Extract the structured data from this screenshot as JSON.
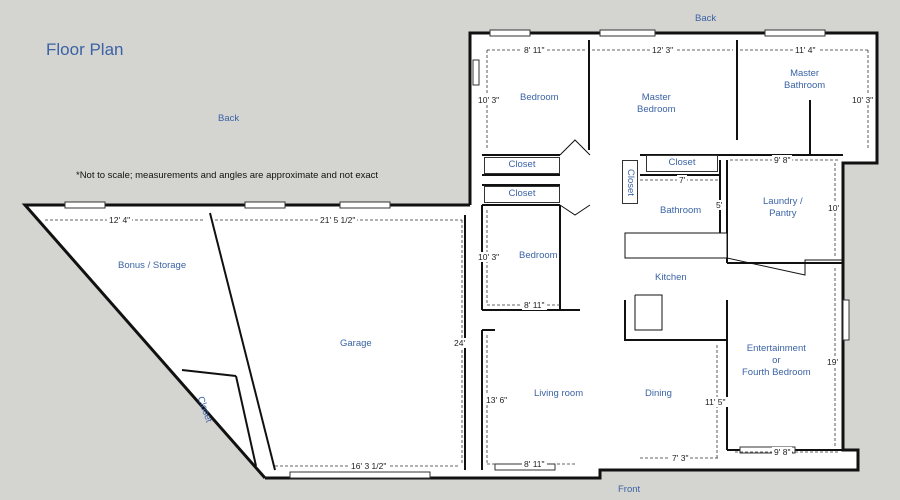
{
  "title": "Floor Plan",
  "note": "*Not to scale; measurements and angles are approximate and not exact",
  "orientation": {
    "back_top": "Back",
    "back_left": "Back",
    "front": "Front"
  },
  "rooms": {
    "bedroom_top": "Bedroom",
    "master_bedroom": "Master\nBedroom",
    "master_bathroom": "Master\nBathroom",
    "bedroom_mid": "Bedroom",
    "bathroom": "Bathroom",
    "laundry": "Laundry /\nPantry",
    "kitchen": "Kitchen",
    "bonus": "Bonus / Storage",
    "garage": "Garage",
    "entertainment": "Entertainment\nor\nFourth Bedroom",
    "living": "Living room",
    "dining": "Dining",
    "closet_1": "Closet",
    "closet_2": "Closet",
    "closet_3": "Closet",
    "closet_vertical": "Closet",
    "closet_diag": "Closet"
  },
  "dimensions": {
    "bedroom_top_w": "8' 11\"",
    "master_bedroom_w": "12' 3\"",
    "master_bathroom_w": "11' 4\"",
    "bedroom_top_h": "10' 3\"",
    "master_bathroom_h": "10' 3\"",
    "laundry_w": "9' 8\"",
    "bath_w": "7'",
    "bath_h": "5'",
    "laundry_h": "10'",
    "bonus_w": "12' 4\"",
    "garage_w": "21' 5 1/2\"",
    "bedroom_mid_h": "10' 3\"",
    "bedroom_mid_w": "8' 11\"",
    "garage_h": "24'",
    "living_h": "13' 6\"",
    "dining_h": "11' 5\"",
    "entertainment_h": "19'",
    "garage_bottom_w": "16' 3 1/2\"",
    "living_bottom_w": "8' 11\"",
    "dining_bottom_w": "7' 3\"",
    "entertainment_bottom_w": "9' 8\""
  }
}
